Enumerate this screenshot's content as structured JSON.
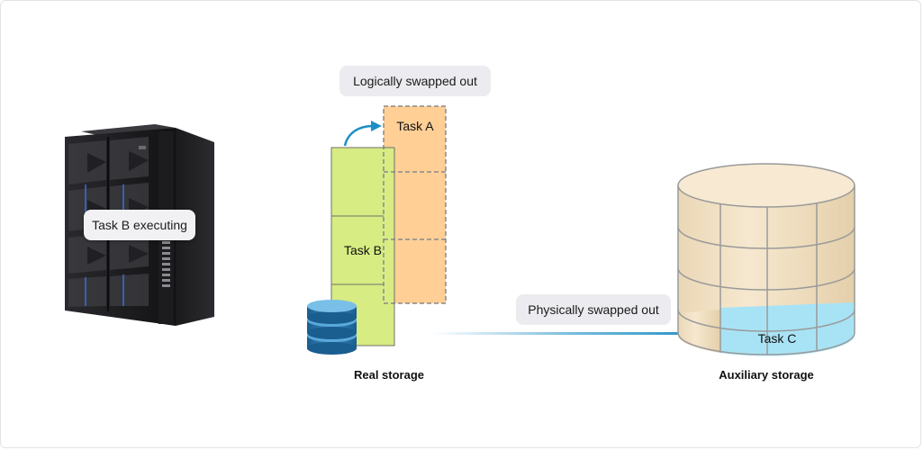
{
  "labels": {
    "task_b_executing": "Task B executing",
    "logically_swapped_out": "Logically swapped out",
    "physically_swapped_out": "Physically swapped out",
    "task_a": "Task A",
    "task_b": "Task B",
    "task_c": "Task C",
    "real_storage": "Real storage",
    "auxiliary_storage": "Auxiliary storage"
  },
  "colors": {
    "real_storage_fill": "#d7ec82",
    "task_a_fill": "#ffcf96",
    "aux_fill": "#f3e3c7",
    "task_c_fill": "#a8e3f5",
    "arrow": "#1e8fc4"
  }
}
